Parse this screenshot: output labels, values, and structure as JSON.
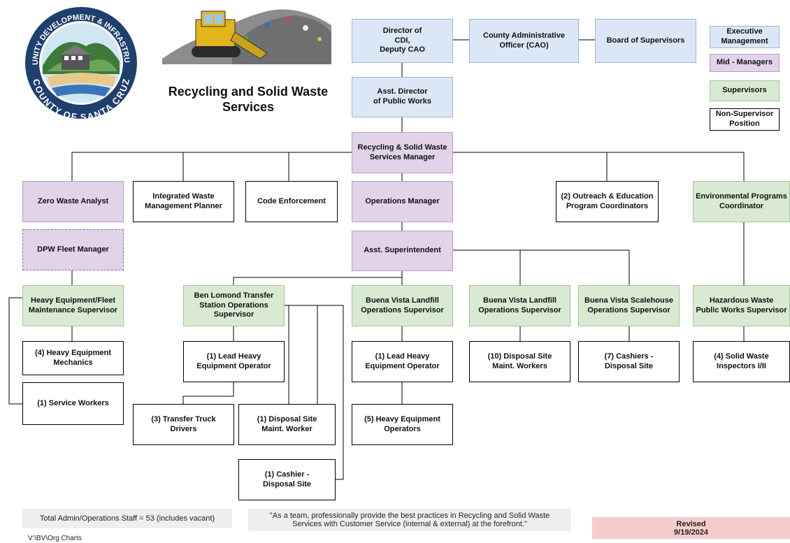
{
  "logo": {
    "top_text": "COMMUNITY DEVELOPMENT & INFRASTRUCTURE",
    "bottom_text": "COUNTY OF SANTA CRUZ"
  },
  "header": {
    "title": "Recycling and Solid Waste\nServices"
  },
  "legend": {
    "exec": "Executive\nManagement",
    "mid": "Mid - Managers",
    "sup": "Supervisors",
    "non": "Non-Supervisor\nPosition"
  },
  "boxes": {
    "director": "Director of\nCDI,\nDeputy CAO",
    "cao": "County Administrative\nOfficer (CAO)",
    "board": "Board of Supervisors",
    "asst_director": "Asst. Director\nof Public Works",
    "rsw_manager": "Recycling & Solid Waste\nServices Manager",
    "zero_waste": "Zero Waste Analyst",
    "iwm_planner": "Integrated Waste\nManagement Planner",
    "code_enf": "Code Enforcement",
    "ops_manager": "Operations Manager",
    "outreach": "(2) Outreach & Education\nProgram Coordinators",
    "env_programs": "Environmental Programs\nCoordinator",
    "dpw_fleet": "DPW Fleet Manager",
    "asst_super": "Asst. Superintendent",
    "heavy_fleet_sup": "Heavy Equipment/Fleet\nMaintenance Supervisor",
    "ben_lomond": "Ben Lomond Transfer\nStation Operations\nSupervisor",
    "bv_landfill_1": "Buena Vista Landfill\nOperations Supervisor",
    "bv_landfill_2": "Buena Vista Landfill\nOperations Supervisor",
    "bv_scalehouse": "Buena Vista Scalehouse\nOperations Supervisor",
    "haz_waste": "Hazardous Waste\nPublic Works Supervisor",
    "heavy_mech": "(4) Heavy Equipment\nMechanics",
    "service_workers": "(1) Service Workers",
    "lead_heo_1": "(1) Lead Heavy\nEquipment Operator",
    "lead_heo_2": "(1) Lead Heavy\nEquipment Operator",
    "disposal_10": "(10) Disposal Site\nMaint. Workers",
    "cashiers_7": "(7) Cashiers -\nDisposal Site",
    "inspectors": "(4) Solid Waste\nInspectors I/II",
    "transfer_drivers": "(3) Transfer Truck\nDrivers",
    "disposal_1": "(1) Disposal Site\nMaint. Worker",
    "heo_5": "(5) Heavy Equipment\nOperators",
    "cashier_1": "(1) Cashier -\nDisposal Site"
  },
  "footer": {
    "staff_total": "Total Admin/Operations Staff = 53 (includes vacant)",
    "mission": "\"As a team, professionally provide the best practices in Recycling and Solid Waste\nServices with Customer Service (internal & external) at the forefront.\"",
    "revised": "Revised\n9/19/2024",
    "path": "V:\\BV\\Org Charts"
  },
  "colors": {
    "exec": "#dbe7f6",
    "mid": "#e1d3e8",
    "sup": "#d9ead3",
    "revised": "#f4cccc",
    "footer_gray": "#eeeeee"
  }
}
